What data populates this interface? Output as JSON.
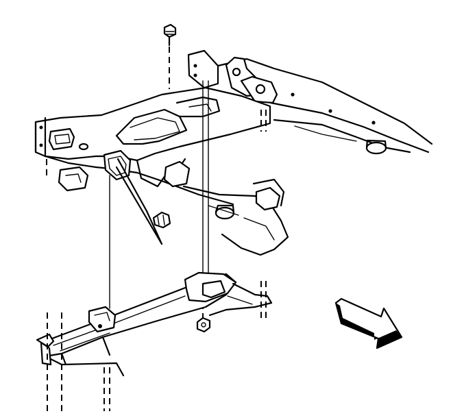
{
  "figure": {
    "colors": {
      "line": "#000000",
      "background": "#ffffff"
    },
    "parts": [
      {
        "name": "mounting-bolt",
        "icon": "bolt-icon"
      },
      {
        "name": "upper-crossmember-frame",
        "icon": "frame-icon"
      },
      {
        "name": "lower-transmission-support",
        "icon": "crossmember-icon"
      },
      {
        "name": "retaining-nut",
        "icon": "nut-icon"
      },
      {
        "name": "clip-fastener",
        "icon": "clip-icon"
      },
      {
        "name": "vehicle-front-direction-arrow",
        "icon": "arrow-icon"
      }
    ]
  }
}
